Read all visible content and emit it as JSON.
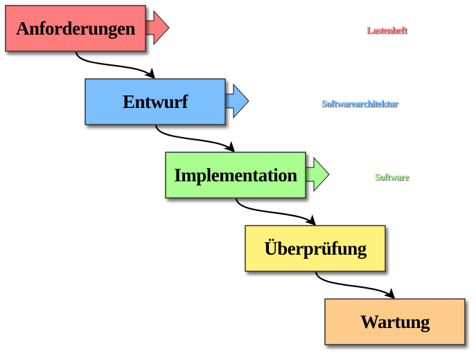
{
  "diagram": {
    "title": "Wasserfallmodell",
    "stages": [
      {
        "label": "Anforderungen",
        "fill": "#FF7B7B",
        "output": "Lastenheft",
        "output_color": "#FF7B7B"
      },
      {
        "label": "Entwurf",
        "fill": "#7BBFFF",
        "output": "Softwarearchitektur",
        "output_color": "#7BBFFF"
      },
      {
        "label": "Implementation",
        "fill": "#A8FF8F",
        "output": "Software",
        "output_color": "#A8FF8F"
      },
      {
        "label": "Überprüfung",
        "fill": "#FFF27B",
        "output": null,
        "output_color": null
      },
      {
        "label": "Wartung",
        "fill": "#FFCB8A",
        "output": null,
        "output_color": null
      }
    ],
    "colors": {
      "border": "#333333",
      "connector": "#000000",
      "shadow": "#000000"
    }
  }
}
